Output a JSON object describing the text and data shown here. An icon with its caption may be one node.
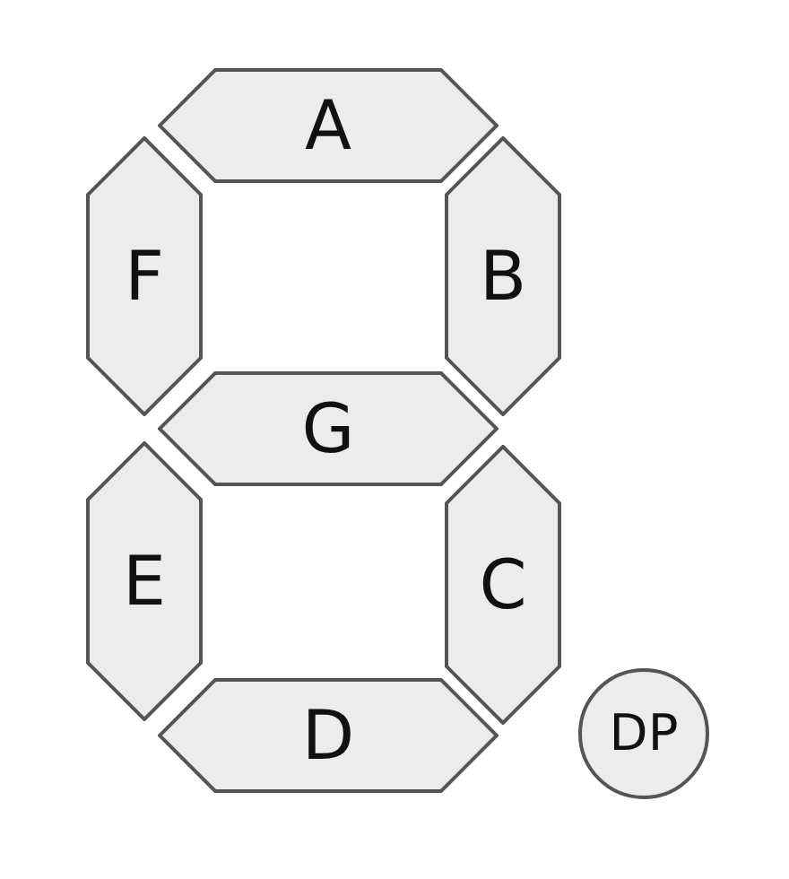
{
  "diagram": {
    "nodes": [
      {
        "text": [
          "A"
        ]
      },
      {
        "text": [
          "F"
        ]
      },
      {
        "text": [
          "B"
        ]
      },
      {
        "text": [
          "G"
        ]
      },
      {
        "text": [
          "E"
        ]
      },
      {
        "text": [
          "C"
        ]
      },
      {
        "text": [
          "D"
        ]
      },
      {
        "text": [
          "DP"
        ]
      }
    ],
    "edges": []
  }
}
